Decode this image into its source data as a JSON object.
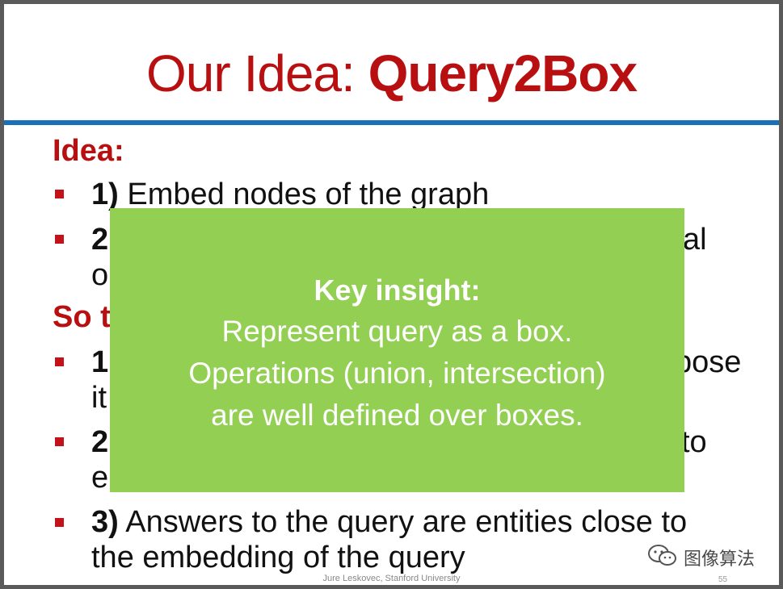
{
  "slide": {
    "title_light": "Our Idea: ",
    "title_bold": "Query2Box",
    "idea_heading": "Idea:",
    "idea_items": [
      {
        "num": "1)",
        "text": " Embed nodes of the graph"
      },
      {
        "num": "2",
        "text": ""
      },
      {
        "num": "",
        "text": "o"
      }
    ],
    "so_heading": "So t",
    "so_items": [
      {
        "num": "1",
        "text": ""
      },
      {
        "num": "",
        "text": "it"
      },
      {
        "num": "2",
        "text": ""
      },
      {
        "num": "",
        "text": "e"
      },
      {
        "num": "3)",
        "text": " Answers to the query are entities close to"
      },
      {
        "num": "",
        "text": "the embedding of the query"
      }
    ],
    "right_fragments": {
      "line2": "al",
      "so1": "pose",
      "so2": "to"
    },
    "overlay": {
      "heading": "Key insight:",
      "lines": [
        "Represent query as a box.",
        "Operations (union, intersection)",
        "are well defined over boxes."
      ]
    },
    "footer": "Jure Leskovec, Stanford University",
    "page_number": "55"
  },
  "watermark": {
    "text": "图像算法",
    "icon": "wechat-icon"
  },
  "colors": {
    "title_red": "#b80f10",
    "rule_blue": "#1a70b8",
    "bullet_red": "#c4121b",
    "overlay_green": "#92cf52"
  }
}
